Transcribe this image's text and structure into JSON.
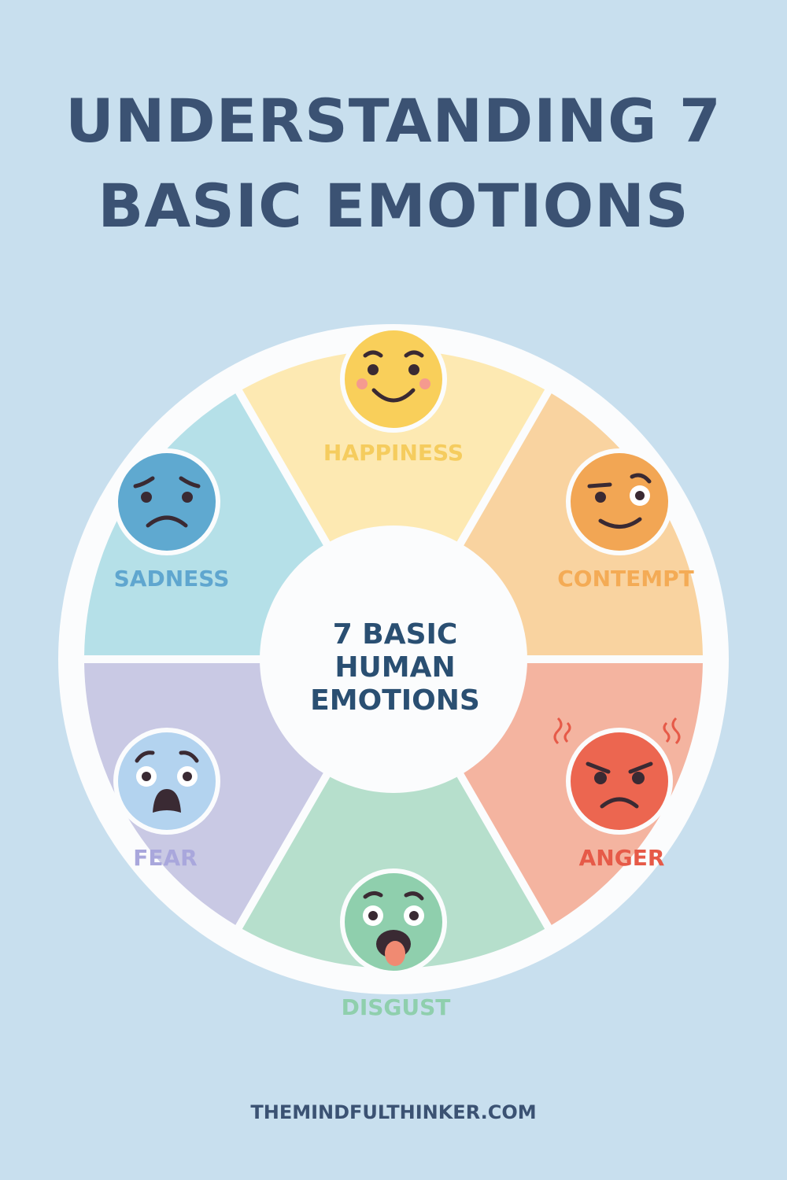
{
  "title": {
    "line1": "UNDERSTANDING 7",
    "line2": "BASIC EMOTIONS"
  },
  "center": {
    "line1": "7 BASIC",
    "line2": "HUMAN",
    "line3": "EMOTIONS"
  },
  "emotions": [
    {
      "label": "HAPPINESS",
      "icon": "smiling-face-icon",
      "segment_color": "#fde9b2",
      "face_color": "#f9cf5a",
      "label_color": "#f5cc5e"
    },
    {
      "label": "CONTEMPT",
      "icon": "smirking-face-icon",
      "segment_color": "#f9d3a0",
      "face_color": "#f2a654",
      "label_color": "#f4ab55"
    },
    {
      "label": "ANGER",
      "icon": "angry-face-icon",
      "segment_color": "#f4b4a0",
      "face_color": "#ec6650",
      "label_color": "#e65a48"
    },
    {
      "label": "DISGUST",
      "icon": "disgusted-face-icon",
      "segment_color": "#b6dfcc",
      "face_color": "#8fcfad",
      "label_color": "#8fcfad"
    },
    {
      "label": "FEAR",
      "icon": "fearful-face-icon",
      "segment_color": "#c9c9e4",
      "face_color": "#b3d3ef",
      "label_color": "#a9a7dc"
    },
    {
      "label": "SADNESS",
      "icon": "sad-face-icon",
      "segment_color": "#b5e0e8",
      "face_color": "#5fa9d0",
      "label_color": "#5fa6cf"
    }
  ],
  "colors": {
    "background": "#c8dfee",
    "title": "#3b5273",
    "center_text": "#2a4f72"
  },
  "footer": "THEMINDFULTHINKER.COM"
}
